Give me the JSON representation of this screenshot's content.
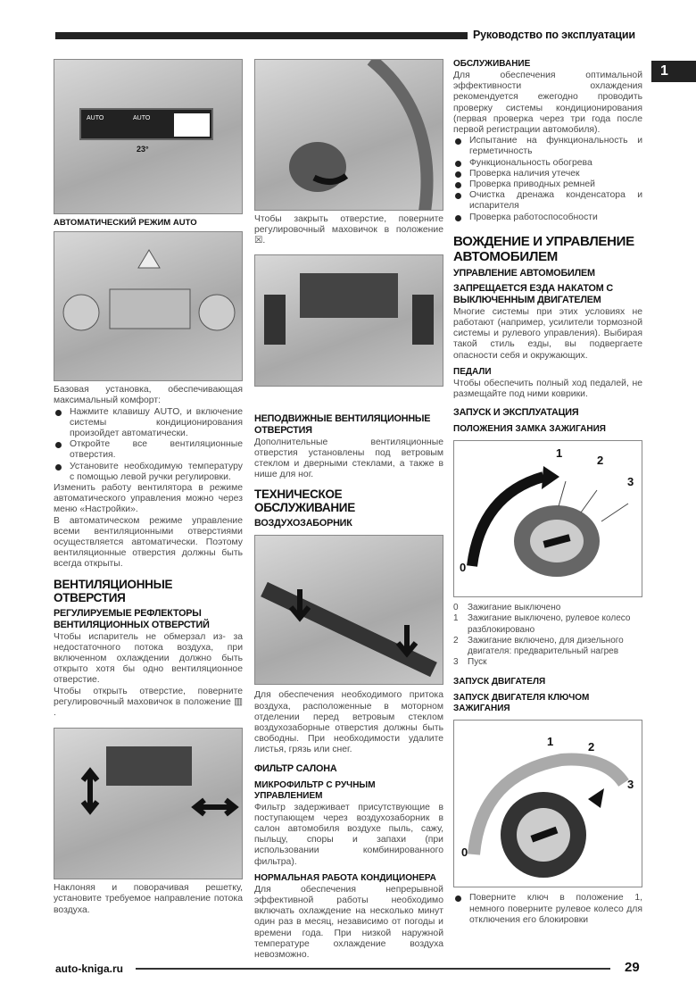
{
  "header": {
    "title": "Руководство по эксплуатации",
    "chapter_tab": "1"
  },
  "col1": {
    "image1": {
      "display_labels": [
        "AUTO",
        "AUTO",
        "23°"
      ]
    },
    "caption1": "АВТОМАТИЧЕСКИЙ РЕЖИМ AUTO",
    "p1": "Базовая установка, обеспечивающая максимальный комфорт:",
    "bullets": [
      "Нажмите клавишу AUTO, и включение системы кондиционирования произойдет автоматически.",
      "Откройте все вентиляционные отверстия.",
      "Установите необходимую температуру с помощью левой ручки регулировки."
    ],
    "p2": "Изменить работу вентилятора в режиме автоматического управления можно через меню «Настройки».",
    "p3": "В автоматическом режиме управление всеми вентиляционными отверстиями осуществляется автоматически. Поэтому вентиляционные отверстия должны быть всегда открыты.",
    "h_vents": "ВЕНТИЛЯЦИОННЫЕ ОТВЕРСТИЯ",
    "h_reflectors": "РЕГУЛИРУЕМЫЕ РЕФЛЕКТОРЫ ВЕНТИЛЯЦИОННЫХ ОТВЕРСТИЙ",
    "p4": "Чтобы испаритель не обмерзал из- за недостаточного потока воздуха, при включенном охлаждении должно быть открыто хотя бы одно вентиляционное отверстие.",
    "p5": "Чтобы открыть отверстие, поверните регулировочный маховичок в положение ▥ .",
    "p6": "Наклоняя и поворачивая решетку, установите требуемое направление потока воздуха."
  },
  "col2": {
    "p1": "Чтобы закрыть отверстие, поверните регулировочный маховичок в положение ☒.",
    "h_fixed": "НЕПОДВИЖНЫЕ ВЕНТИЛЯЦИОННЫЕ ОТВЕРСТИЯ",
    "p2": "Дополнительные вентиляционные отверстия установлены под ветровым стеклом и дверными стеклами, а также в нише для ног.",
    "h_service": "ТЕХНИЧЕСКОЕ ОБСЛУЖИВАНИЕ",
    "h_intake": "ВОЗДУХОЗАБОРНИК",
    "p3": "Для обеспечения необходимого притока воздуха, расположенные в моторном отделении перед ветровым стеклом воздухозаборные отверстия должны быть свободны. При необходимости удалите листья, грязь или снег.",
    "h_filter": "ФИЛЬТР САЛОНА",
    "h_micro": "МИКРОФИЛЬТР С РУЧНЫМ УПРАВЛЕНИЕМ",
    "p4": "Фильтр задерживает присутствующие в поступающем через воздухозаборник в салон автомобиля воздухе пыль, сажу, пыльцу, споры и запахи (при использовании комбинированного фильтра).",
    "h_normal": "НОРМАЛЬНАЯ РАБОТА КОНДИЦИОНЕРА",
    "p5": "Для обеспечения непрерывной эффективной работы необходимо включать охлаждение на несколько минут один раз в месяц, независимо от погоды и времени года. При низкой наружной температуре охлаждение воздуха невозможно."
  },
  "col3": {
    "h_maint": "ОБСЛУЖИВАНИЕ",
    "p1": "Для обеспечения оптимальной эффективности охлаждения рекомендуется ежегодно проводить проверку системы кондиционирования (первая проверка через три года после первой регистрации автомобиля).",
    "bullets": [
      "Испытание на функциональность и герметичность",
      "Функциональность обогрева",
      "Проверка наличия утечек",
      "Проверка приводных ремней",
      "Очистка дренажа конденсатора и испарителя",
      "Проверка работоспособности"
    ],
    "h_driving": "ВОЖДЕНИЕ И УПРАВЛЕНИЕ АВТОМОБИЛЕМ",
    "h_control": "УПРАВЛЕНИЕ АВТОМОБИЛЕМ",
    "h_coast": "ЗАПРЕЩАЕТСЯ ЕЗДА НАКАТОМ С ВЫКЛЮЧЕННЫМ ДВИГАТЕЛЕМ",
    "p2": "Многие системы при этих условиях не работают (например, усилители тормозной системы и рулевого управления). Выбирая такой стиль езды, вы подвергаете опасности себя и окружающих.",
    "h_pedals": "ПЕДАЛИ",
    "p3": "Чтобы обеспечить полный ход педалей, не размещайте под ними коврики.",
    "h_start": "ЗАПУСК И ЭКСПЛУАТАЦИЯ",
    "h_positions": "ПОЛОЖЕНИЯ ЗАМКА ЗАЖИГАНИЯ",
    "fig1_labels": [
      "0",
      "1",
      "2",
      "3"
    ],
    "positions": [
      {
        "n": "0",
        "text": "Зажигание выключено"
      },
      {
        "n": "1",
        "text": "Зажигание выключено, рулевое колесо разблокировано"
      },
      {
        "n": "2",
        "text": "Зажигание включено, для дизельного двигателя: предварительный нагрев"
      },
      {
        "n": "3",
        "text": "Пуск"
      }
    ],
    "h_engine": "ЗАПУСК ДВИГАТЕЛЯ",
    "h_key": "ЗАПУСК ДВИГАТЕЛЯ КЛЮЧОМ ЗАЖИГАНИЯ",
    "fig2_labels": [
      "0",
      "1",
      "2",
      "3"
    ],
    "bullet_last": "Поверните ключ в положение 1, немного поверните рулевое колесо для отключения его блокировки"
  },
  "footer": {
    "site": "auto-kniga.ru",
    "page": "29"
  }
}
